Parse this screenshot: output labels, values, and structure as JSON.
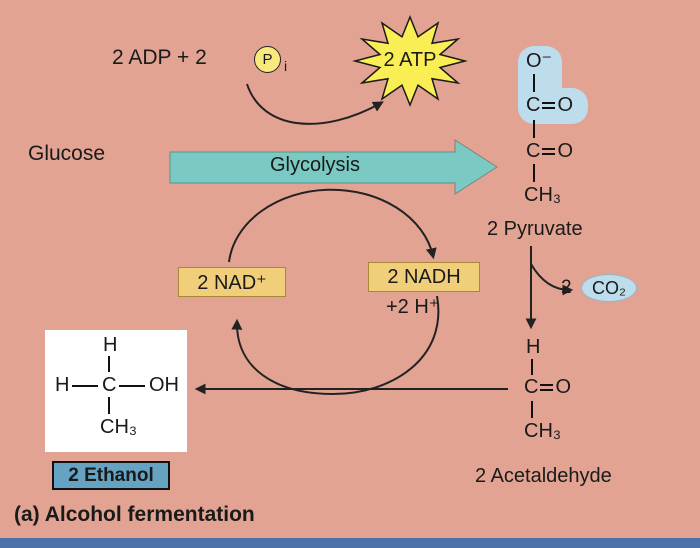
{
  "figure": {
    "caption": "(a) Alcohol fermentation"
  },
  "colors": {
    "background": "#e2a392",
    "glycolysis_arrow": "#7ac9c3",
    "starburst": "#f9ef55",
    "phosphate": "#f7e97d",
    "nad_box": "#f1cf7a",
    "highlight": "#bddcec",
    "ethanol_box": "#66a3c3",
    "structure_bg": "#ffffff",
    "bottom_bar": "#4d72a9"
  },
  "energy": {
    "adp_label": "2 ADP + 2",
    "phosphate_symbol": "P",
    "phosphate_subscript": "i",
    "atp_label": "2 ATP"
  },
  "glycolysis": {
    "substrate": "Glucose",
    "arrow_label": "Glycolysis"
  },
  "redox": {
    "nad_label": "2 NAD⁺",
    "nadh_label": "2 NADH",
    "h_label": "+2 H⁺"
  },
  "pyruvate": {
    "label": "2 Pyruvate",
    "atoms": {
      "o_minus": "O⁻",
      "c1": "C",
      "o1": "O",
      "c2": "C",
      "o2": "O",
      "methyl": "CH₃"
    }
  },
  "co2": {
    "coefficient": "2",
    "formula": "CO₂"
  },
  "acetaldehyde": {
    "label": "2 Acetaldehyde",
    "atoms": {
      "h": "H",
      "c": "C",
      "o": "O",
      "methyl": "CH₃"
    }
  },
  "ethanol": {
    "label": "2 Ethanol",
    "atoms": {
      "h_top": "H",
      "h_left": "H",
      "c": "C",
      "oh": "OH",
      "methyl": "CH₃"
    }
  }
}
